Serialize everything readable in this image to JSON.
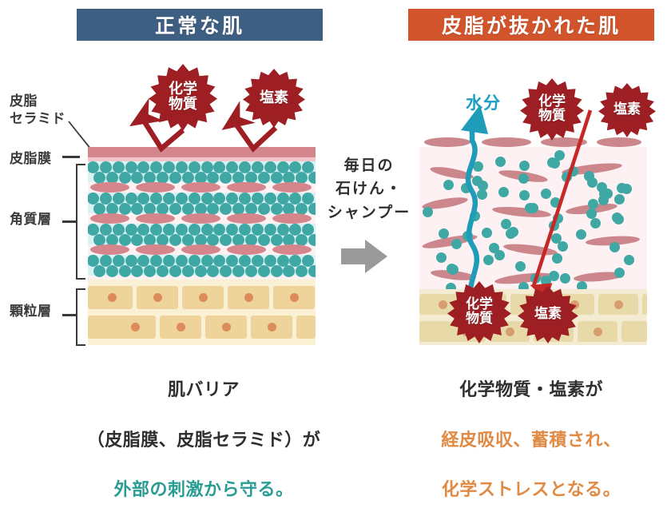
{
  "headers": {
    "left": "正常な肌",
    "right": "皮脂が抜かれた肌",
    "left_color": "#3e5f82",
    "right_color": "#d1542b"
  },
  "axis_labels": {
    "sebum_ceramide": "皮脂\nセラミド",
    "sebum_film": "皮脂膜",
    "horny_layer": "角質層",
    "granular_layer": "顆粒層"
  },
  "bursts": {
    "left_chemical": "化学\n物質",
    "left_chlorine": "塩素",
    "right_chemical": "化学\n物質",
    "right_chlorine": "塩素",
    "bottom_chemical": "化学\n物質",
    "bottom_chlorine": "塩素",
    "color": "#9d1f23"
  },
  "center": {
    "text": "毎日の\n石けん・\nシャンプー",
    "arrow_color": "#9a9a9a"
  },
  "right_panel": {
    "moisture_label": "水分",
    "moisture_color": "#1a9ec4",
    "penetration_arrow_color": "#c62828"
  },
  "captions": {
    "left": {
      "line1": "肌バリア",
      "line2": "（皮脂膜、皮脂セラミド）が",
      "line3": "外部の刺激から守る。",
      "highlight_color": "#2a9d93"
    },
    "right": {
      "line1": "化学物質・塩素が",
      "line2": "経皮吸収、蓄積され、",
      "line3": "化学ストレスとなる。",
      "highlight_color": "#e08a44"
    }
  },
  "palette": {
    "cell_teal": "#3fa8a4",
    "lipid_rose": "#d5868d",
    "horny_bg": "#fdf1f3",
    "granular_bg": "#faf0d4",
    "brick": "#eed39a",
    "brick_nucleus": "#dd8b5a",
    "corneo_band": "#d9f2f4"
  },
  "icons": {
    "reflect_arrow": "reflect-arrow-icon",
    "transition_arrow": "transition-arrow-icon",
    "moisture_wave": "moisture-wave-icon",
    "penetration_arrow": "penetration-arrow-icon"
  }
}
